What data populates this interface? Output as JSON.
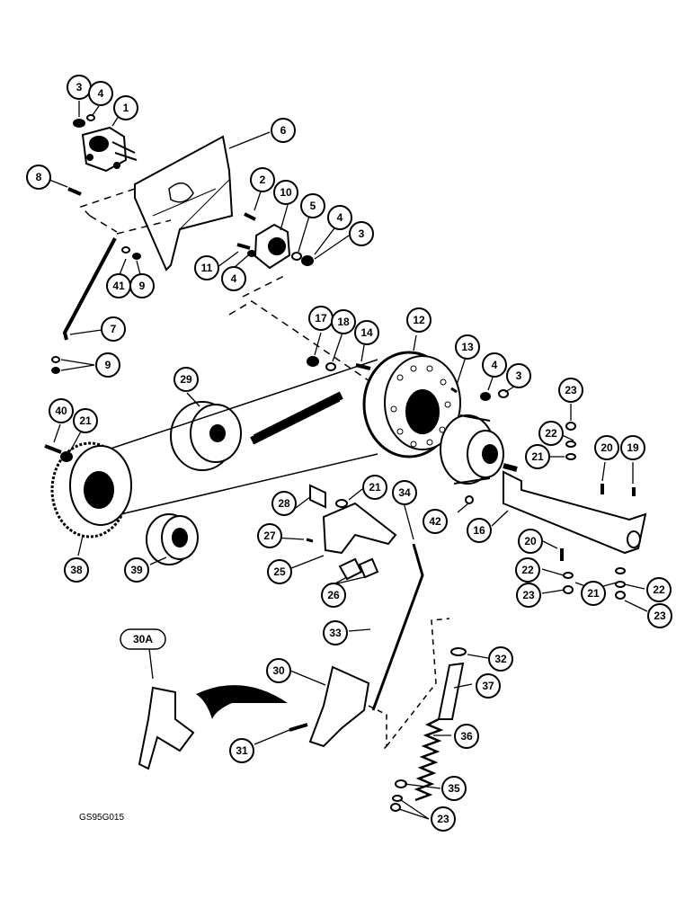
{
  "figure": {
    "reference_code": "GS95G015",
    "callouts": [
      {
        "id": "c1",
        "label": "1"
      },
      {
        "id": "c3a",
        "label": "3"
      },
      {
        "id": "c4a",
        "label": "4"
      },
      {
        "id": "c6",
        "label": "6"
      },
      {
        "id": "c8",
        "label": "8"
      },
      {
        "id": "c2",
        "label": "2"
      },
      {
        "id": "c10",
        "label": "10"
      },
      {
        "id": "c5",
        "label": "5"
      },
      {
        "id": "c4b",
        "label": "4"
      },
      {
        "id": "c3b",
        "label": "3"
      },
      {
        "id": "c11",
        "label": "11"
      },
      {
        "id": "c4c",
        "label": "4"
      },
      {
        "id": "c41",
        "label": "41"
      },
      {
        "id": "c9a",
        "label": "9"
      },
      {
        "id": "c7",
        "label": "7"
      },
      {
        "id": "c9b",
        "label": "9"
      },
      {
        "id": "c17",
        "label": "17"
      },
      {
        "id": "c18",
        "label": "18"
      },
      {
        "id": "c14",
        "label": "14"
      },
      {
        "id": "c12",
        "label": "12"
      },
      {
        "id": "c13",
        "label": "13"
      },
      {
        "id": "c4d",
        "label": "4"
      },
      {
        "id": "c3c",
        "label": "3"
      },
      {
        "id": "c23a",
        "label": "23"
      },
      {
        "id": "c29",
        "label": "29"
      },
      {
        "id": "c40",
        "label": "40"
      },
      {
        "id": "c21a",
        "label": "21"
      },
      {
        "id": "c22a",
        "label": "22"
      },
      {
        "id": "c21b",
        "label": "21"
      },
      {
        "id": "c20a",
        "label": "20"
      },
      {
        "id": "c19",
        "label": "19"
      },
      {
        "id": "c21c",
        "label": "21"
      },
      {
        "id": "c34",
        "label": "34"
      },
      {
        "id": "c28",
        "label": "28"
      },
      {
        "id": "c42",
        "label": "42"
      },
      {
        "id": "c16",
        "label": "16"
      },
      {
        "id": "c27",
        "label": "27"
      },
      {
        "id": "c38",
        "label": "38"
      },
      {
        "id": "c39",
        "label": "39"
      },
      {
        "id": "c25",
        "label": "25"
      },
      {
        "id": "c26",
        "label": "26"
      },
      {
        "id": "c20b",
        "label": "20"
      },
      {
        "id": "c22b",
        "label": "22"
      },
      {
        "id": "c21d",
        "label": "21"
      },
      {
        "id": "c22c",
        "label": "22"
      },
      {
        "id": "c23b",
        "label": "23"
      },
      {
        "id": "c23c",
        "label": "23"
      },
      {
        "id": "c33",
        "label": "33"
      },
      {
        "id": "c32",
        "label": "32"
      },
      {
        "id": "c30",
        "label": "30"
      },
      {
        "id": "c37",
        "label": "37"
      },
      {
        "id": "c31",
        "label": "31"
      },
      {
        "id": "c36",
        "label": "36"
      },
      {
        "id": "c35",
        "label": "35"
      },
      {
        "id": "c23d",
        "label": "23"
      }
    ],
    "detail_tag": "30A"
  }
}
